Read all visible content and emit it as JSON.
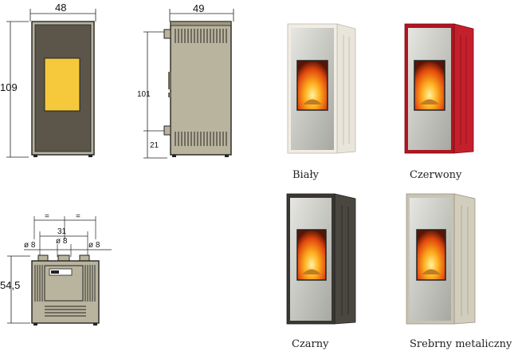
{
  "drawings": {
    "front": {
      "width_label": "48",
      "height_label": "109"
    },
    "side": {
      "width_label": "49",
      "height_label": "101",
      "offset_label": "21"
    },
    "top": {
      "equal_left": "=",
      "equal_right": "=",
      "width_label": "31",
      "pipe_left": "ø 8",
      "pipe_center": "ø 8",
      "pipe_right": "ø 8",
      "depth_label": "54,5"
    }
  },
  "variants": [
    {
      "label": "Biały",
      "frame_color": "#f1ede4",
      "side_color": "#e9e5da"
    },
    {
      "label": "Czerwony",
      "frame_color": "#b01520",
      "side_color": "#c4202b"
    },
    {
      "label": "Czarny",
      "frame_color": "#3a3733",
      "side_color": "#4a4640"
    },
    {
      "label": "Srebrny metaliczny",
      "frame_color": "#c9c3b3",
      "side_color": "#d3cdbd"
    }
  ],
  "colors": {
    "stove_body": "#b9b49e",
    "front_panel": "#5b554a",
    "window_yellow": "#f6c93c",
    "line": "#222222"
  }
}
